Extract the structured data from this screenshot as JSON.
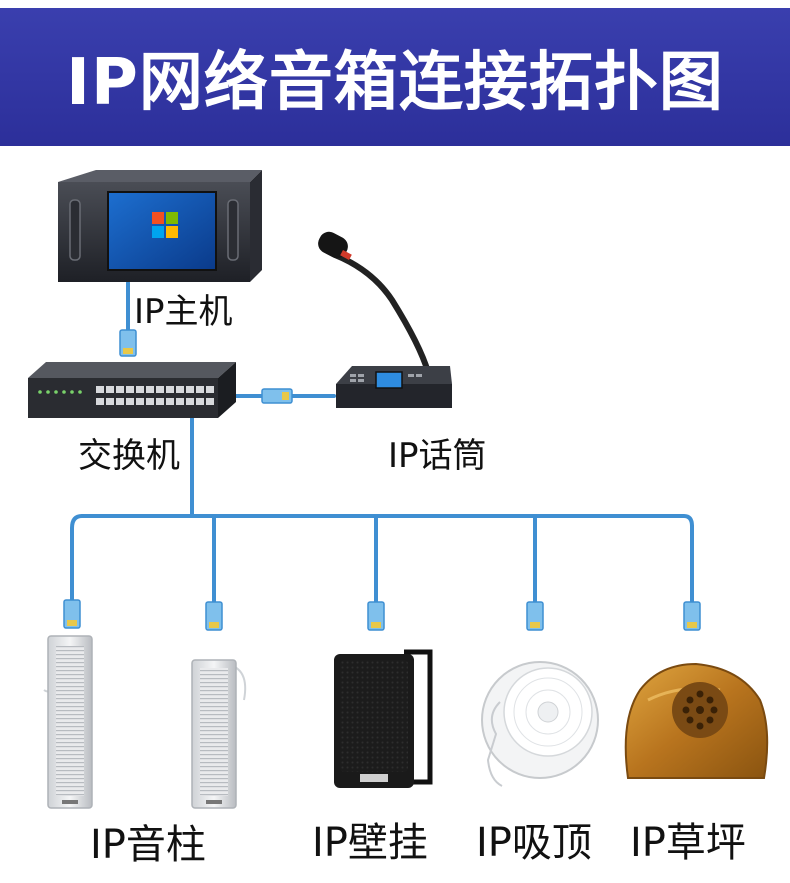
{
  "title": "IP网络音箱连接拓扑图",
  "nodes": {
    "host": "IP主机",
    "switch": "交换机",
    "mic": "IP话筒",
    "column": "IP音柱",
    "wall": "IP壁挂",
    "ceiling": "IP吸顶",
    "lawn": "IP草坪"
  },
  "colors": {
    "header": "#2f329f",
    "cable": "#3f8fd2"
  }
}
